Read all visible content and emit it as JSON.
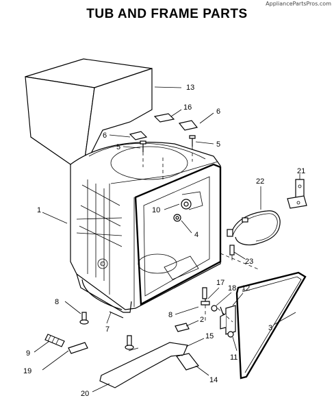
{
  "header": {
    "title": "TUB AND FRAME PARTS",
    "site_watermark": "AppliancePartsPros.com"
  },
  "callouts": {
    "c1": "1",
    "c2": "2",
    "c3": "3",
    "c4": "4",
    "c5a": "5",
    "c5b": "5",
    "c6a": "6",
    "c6b": "6",
    "c7": "7",
    "c8a": "8",
    "c8b": "8",
    "c9": "9",
    "c10": "10",
    "c11": "11",
    "c12": "12",
    "c13": "13",
    "c14": "14",
    "c15": "15",
    "c16": "16",
    "c17": "17",
    "c18": "18",
    "c19": "19",
    "c20": "20",
    "c21": "21",
    "c22": "22",
    "c23": "23"
  }
}
